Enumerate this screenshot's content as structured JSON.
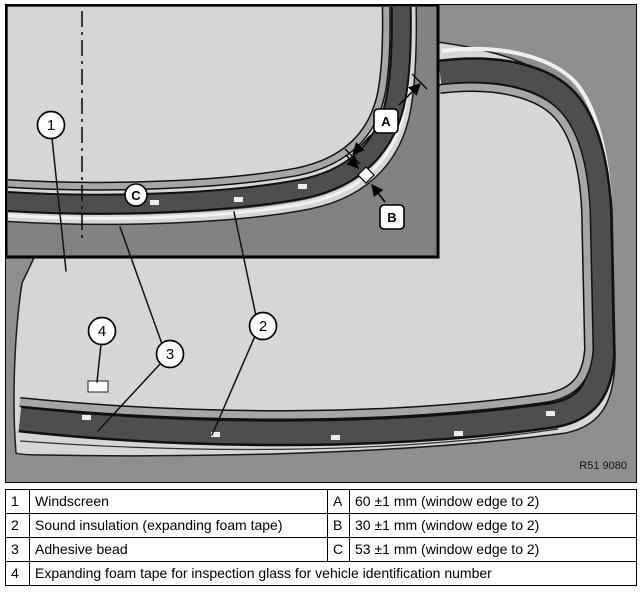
{
  "diagram": {
    "ref_number": "R51 9080",
    "callouts": [
      {
        "id": "1"
      },
      {
        "id": "2"
      },
      {
        "id": "3"
      },
      {
        "id": "4"
      }
    ],
    "dim_labels": [
      {
        "id": "A"
      },
      {
        "id": "B"
      },
      {
        "id": "C"
      }
    ]
  },
  "colors": {
    "diagram_bg": "#8f8f8f",
    "inset_bg": "#828282",
    "glass": "#d6d6d6",
    "band_dark": "#4e4e4e",
    "band_light": "#a6a6a6"
  },
  "table": {
    "rows": [
      {
        "num": "1",
        "name": "Windscreen",
        "dim_id": "A",
        "dim_value": "60 ±1 mm (window edge to 2)"
      },
      {
        "num": "2",
        "name": "Sound insulation (expanding foam tape)",
        "dim_id": "B",
        "dim_value": "30 ±1 mm (window edge to 2)"
      },
      {
        "num": "3",
        "name": "Adhesive bead",
        "dim_id": "C",
        "dim_value": "53 ±1 mm (window edge to 2)"
      },
      {
        "num": "4",
        "name": "Expanding foam tape for inspection glass for vehicle identification number"
      }
    ]
  }
}
